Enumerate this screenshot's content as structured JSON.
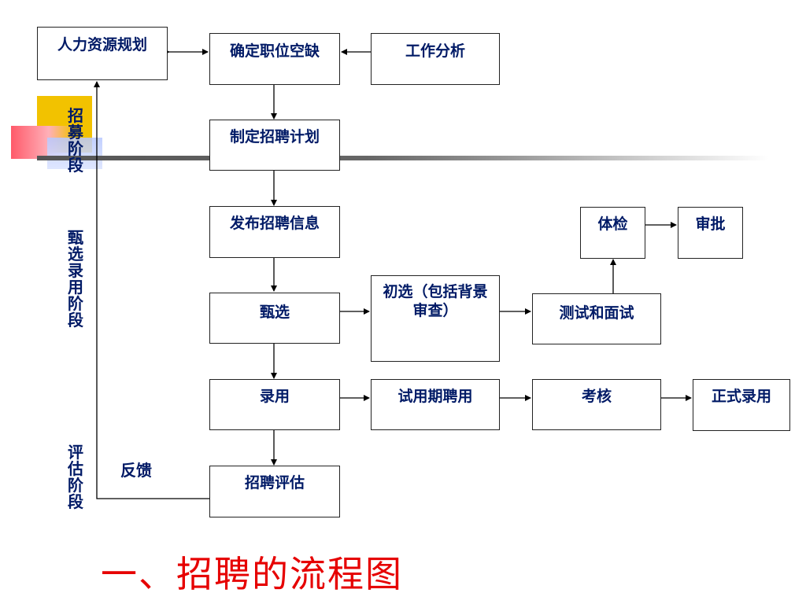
{
  "boxes": {
    "hr_planning": "人力资源规划",
    "vacancy": "确定职位空缺",
    "job_analysis": "工作分析",
    "recruit_plan": "制定招聘计划",
    "publish_info": "发布招聘信息",
    "selection": "甄选",
    "prescreen": "初选（包括背景审查）",
    "test_interview": "测试和面试",
    "physical_exam": "体检",
    "approval": "审批",
    "hire": "录用",
    "probation": "试用期聘用",
    "assessment": "考核",
    "formal_hire": "正式录用",
    "evaluation": "招聘评估"
  },
  "phases": {
    "recruit": "招募阶段",
    "selection": "甄选录用阶段",
    "evaluation": "评估阶段"
  },
  "feedback_label": "反馈",
  "title": "一、招聘的流程图"
}
